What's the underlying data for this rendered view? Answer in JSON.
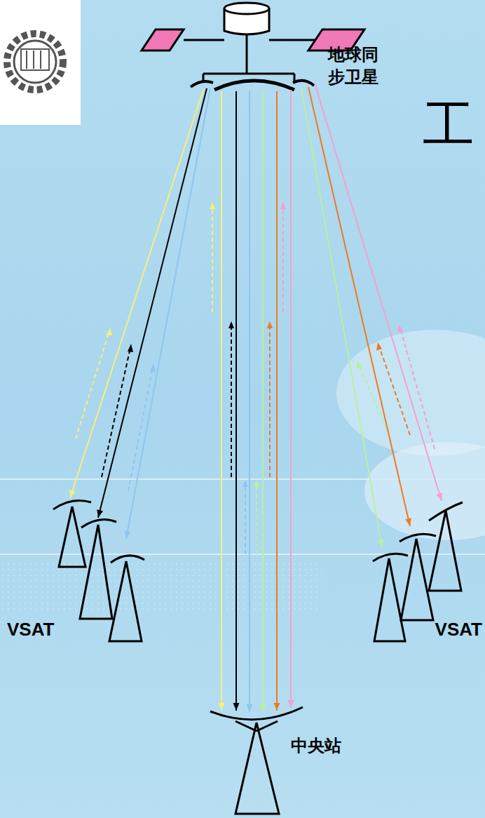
{
  "diagram": {
    "nodes": [
      {
        "text": [
          "地球同步卫星"
        ]
      },
      {
        "text": [
          "VSAT"
        ]
      },
      {
        "text": [
          "VSAT"
        ]
      },
      {
        "text": [
          "中央站"
        ]
      }
    ],
    "edges": [
      {
        "from": 0,
        "to": 1,
        "arrow": "to"
      },
      {
        "from": 0,
        "to": 1,
        "arrow": "to"
      },
      {
        "from": 0,
        "to": 1,
        "arrow": "to"
      },
      {
        "from": 0,
        "to": 3,
        "arrow": "to"
      },
      {
        "from": 0,
        "to": 3,
        "arrow": "to"
      },
      {
        "from": 0,
        "to": 3,
        "arrow": "to"
      },
      {
        "from": 0,
        "to": 3,
        "arrow": "to"
      },
      {
        "from": 0,
        "to": 3,
        "arrow": "to"
      },
      {
        "from": 0,
        "to": 3,
        "arrow": "to"
      },
      {
        "from": 0,
        "to": 2,
        "arrow": "to"
      },
      {
        "from": 0,
        "to": 2,
        "arrow": "to"
      },
      {
        "from": 0,
        "to": 2,
        "arrow": "to"
      }
    ],
    "labels": [
      "工"
    ]
  }
}
